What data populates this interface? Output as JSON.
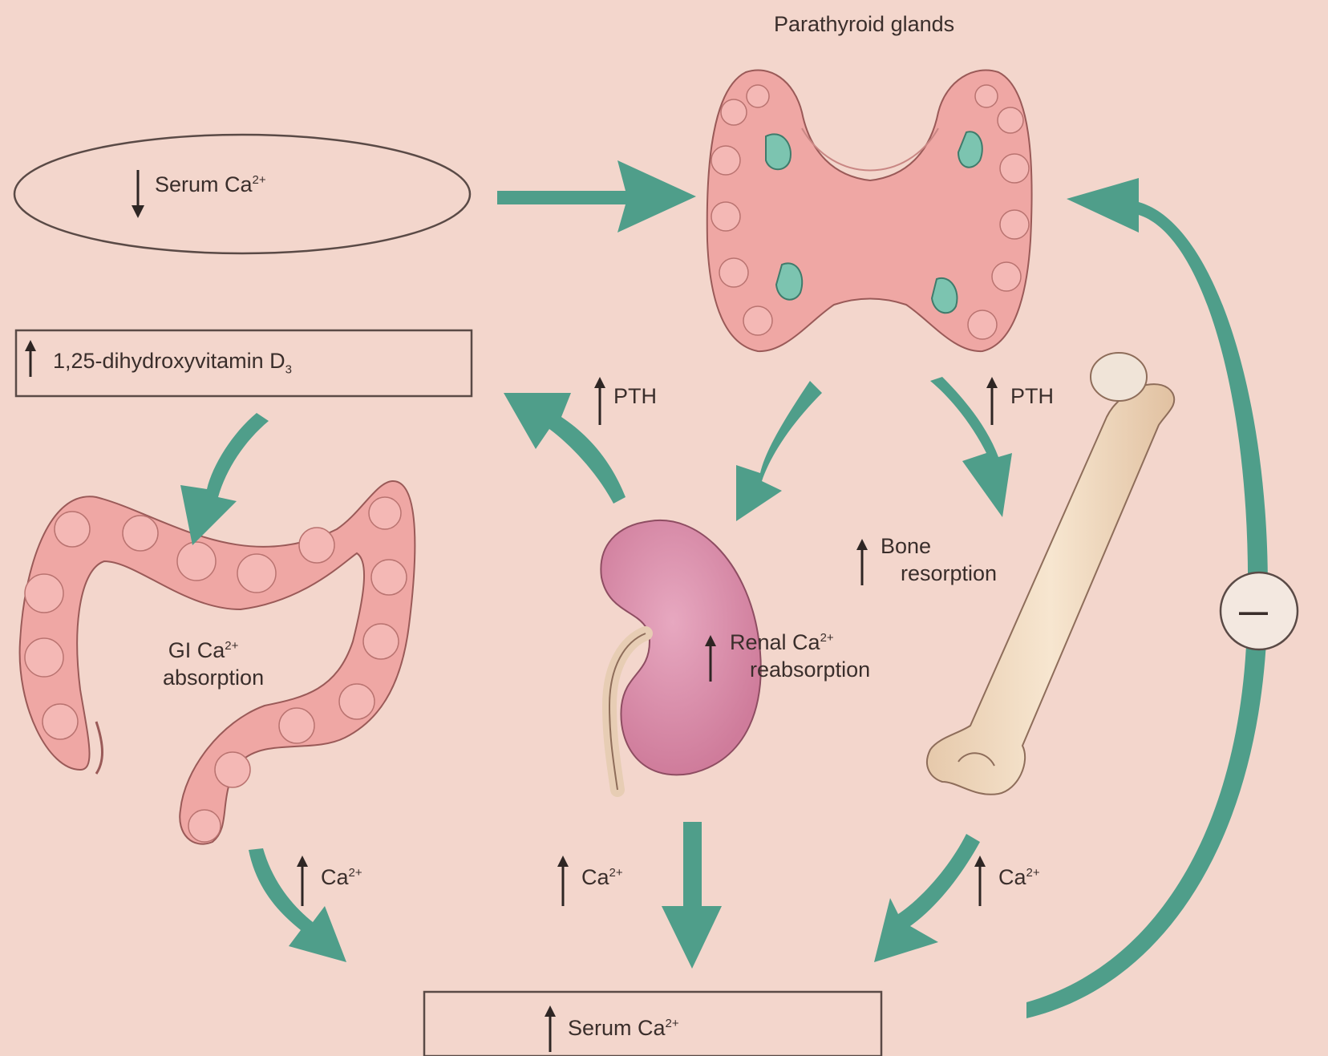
{
  "labels": {
    "parathyroid": "Parathyroid glands",
    "serum_low": "Serum Ca",
    "serum_low_sup": "2+",
    "vitamin_d_main": "1,25-dihydroxyvitamin D",
    "vitamin_d_sub": "3",
    "pth_left": "PTH",
    "pth_right": "PTH",
    "bone_line1": "Bone",
    "bone_line2": "resorption",
    "gi_line1_pre": "GI Ca",
    "gi_line1_sup": "2+",
    "gi_line2": "absorption",
    "renal_line1_pre": "Renal Ca",
    "renal_line1_sup": "2+",
    "renal_line2": "reabsorption",
    "ca_gi": "Ca",
    "ca_gi_sup": "2+",
    "ca_kidney": "Ca",
    "ca_kidney_sup": "2+",
    "ca_bone": "Ca",
    "ca_bone_sup": "2+",
    "serum_high": "Serum Ca",
    "serum_high_sup": "2+",
    "feedback": "—"
  },
  "colors": {
    "background": "#f3d6cc",
    "arrow": "#4f9e8a",
    "organ_pink": "#efa7a4",
    "kidney": "#d88aa6",
    "bone": "#f2dcc3",
    "gland_nodule": "#7cc4b0",
    "outline": "#5a4a46"
  }
}
